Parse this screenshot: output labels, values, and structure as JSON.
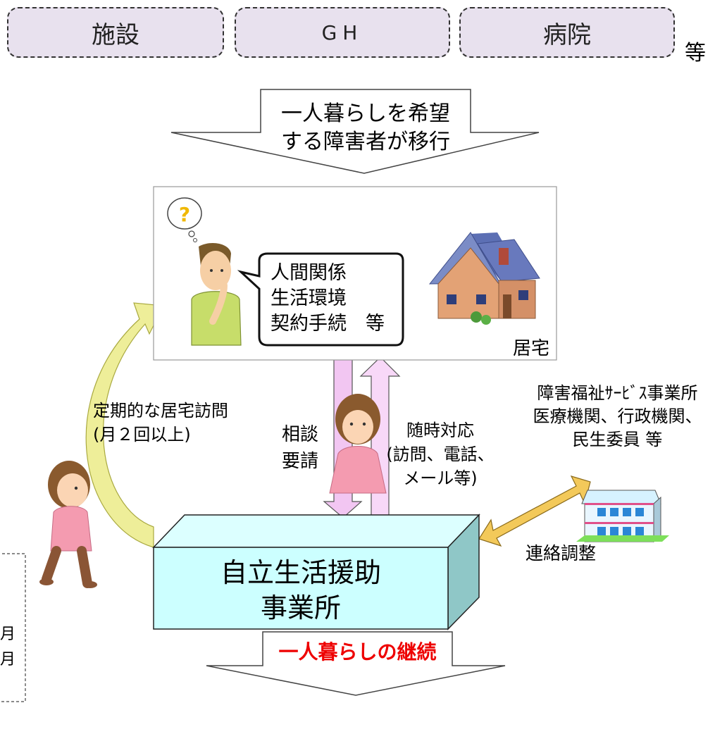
{
  "origins": {
    "facility": "施設",
    "gh": "GH",
    "hospital": "病院",
    "etc": "等"
  },
  "top_arrow": {
    "line1": "一人暮らしを希望",
    "line2": "する障害者が移行"
  },
  "home_panel": {
    "bubble_lines": [
      "人間関係",
      "生活環境",
      "契約手続　等"
    ],
    "home_label": "居宅"
  },
  "left_visit": {
    "line1": "定期的な居宅訪問",
    "line2": "(月２回以上)"
  },
  "consult": {
    "line1": "相談",
    "line2": "要請"
  },
  "response": {
    "line1": "随時対応",
    "line2": "(訪問、電話、",
    "line3": "メール等)"
  },
  "agencies": {
    "line1": "障害福祉ｻｰﾋﾞｽ事業所",
    "line2": "医療機関、行政機関、",
    "line3": "民生委員 等"
  },
  "coordination": "連絡調整",
  "office": {
    "line1": "自立生活援助",
    "line2": "事業所"
  },
  "bottom_arrow": {
    "label": "一人暮らしの継続"
  },
  "left_note": {
    "line1": "月",
    "line2": "月"
  },
  "colors": {
    "pill_fill": "#e8e1ee",
    "box_front": "#ccffff",
    "box_top": "#dcffff",
    "box_side": "#8fc7c7",
    "down_arrow": "#f2c6f2",
    "up_arrow": "#f8d8f8",
    "curve_arrow": "#eeee99",
    "double_arrow": "#f3c95a",
    "continue_text": "#ee0000"
  }
}
